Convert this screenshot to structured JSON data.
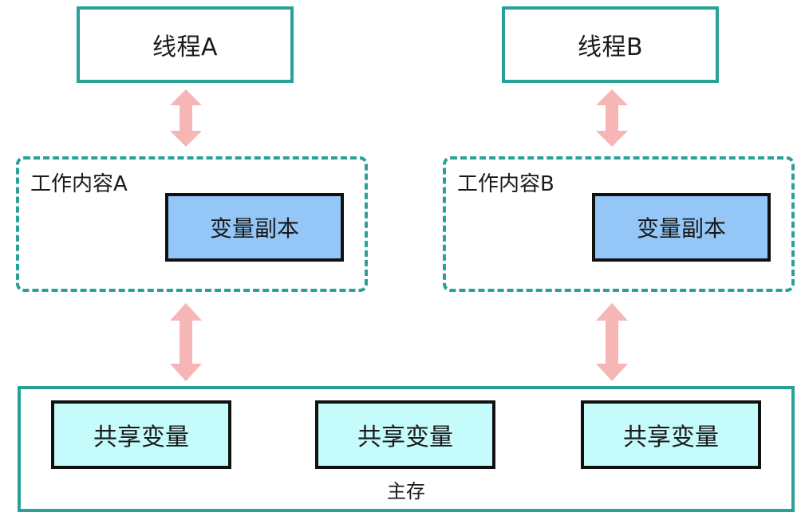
{
  "threads": [
    {
      "label": "线程A"
    },
    {
      "label": "线程B"
    }
  ],
  "work_areas": [
    {
      "label": "工作内容A",
      "copy_label": "变量副本"
    },
    {
      "label": "工作内容B",
      "copy_label": "变量副本"
    }
  ],
  "main_memory": {
    "label": "主存",
    "shared_variables": [
      {
        "label": "共享变量"
      },
      {
        "label": "共享变量"
      },
      {
        "label": "共享变量"
      }
    ]
  },
  "colors": {
    "frame": "#2aa198",
    "copy_fill": "#94c7f8",
    "shared_fill": "#c6fbfc",
    "arrow": "#f7b6b6"
  },
  "icons": {
    "connector": "double-headed-arrow"
  }
}
